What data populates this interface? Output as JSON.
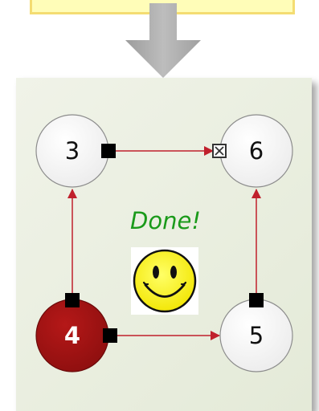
{
  "nodes": {
    "n3": {
      "label": "3"
    },
    "n4": {
      "label": "4"
    },
    "n5": {
      "label": "5"
    },
    "n6": {
      "label": "6"
    }
  },
  "status_text": "Done!",
  "colors": {
    "edge": "#c0202c",
    "highlight_node": "#a31414",
    "status_text": "#1a9a1a",
    "panel": "#e8ecdf",
    "banner_fill": "#fffdb8",
    "arrow": "#a8a8a8"
  },
  "icons": {
    "status": "smiley-face-icon",
    "flow": "down-arrow-icon",
    "port": "square-port-icon",
    "target_port": "x-box-port-icon"
  }
}
